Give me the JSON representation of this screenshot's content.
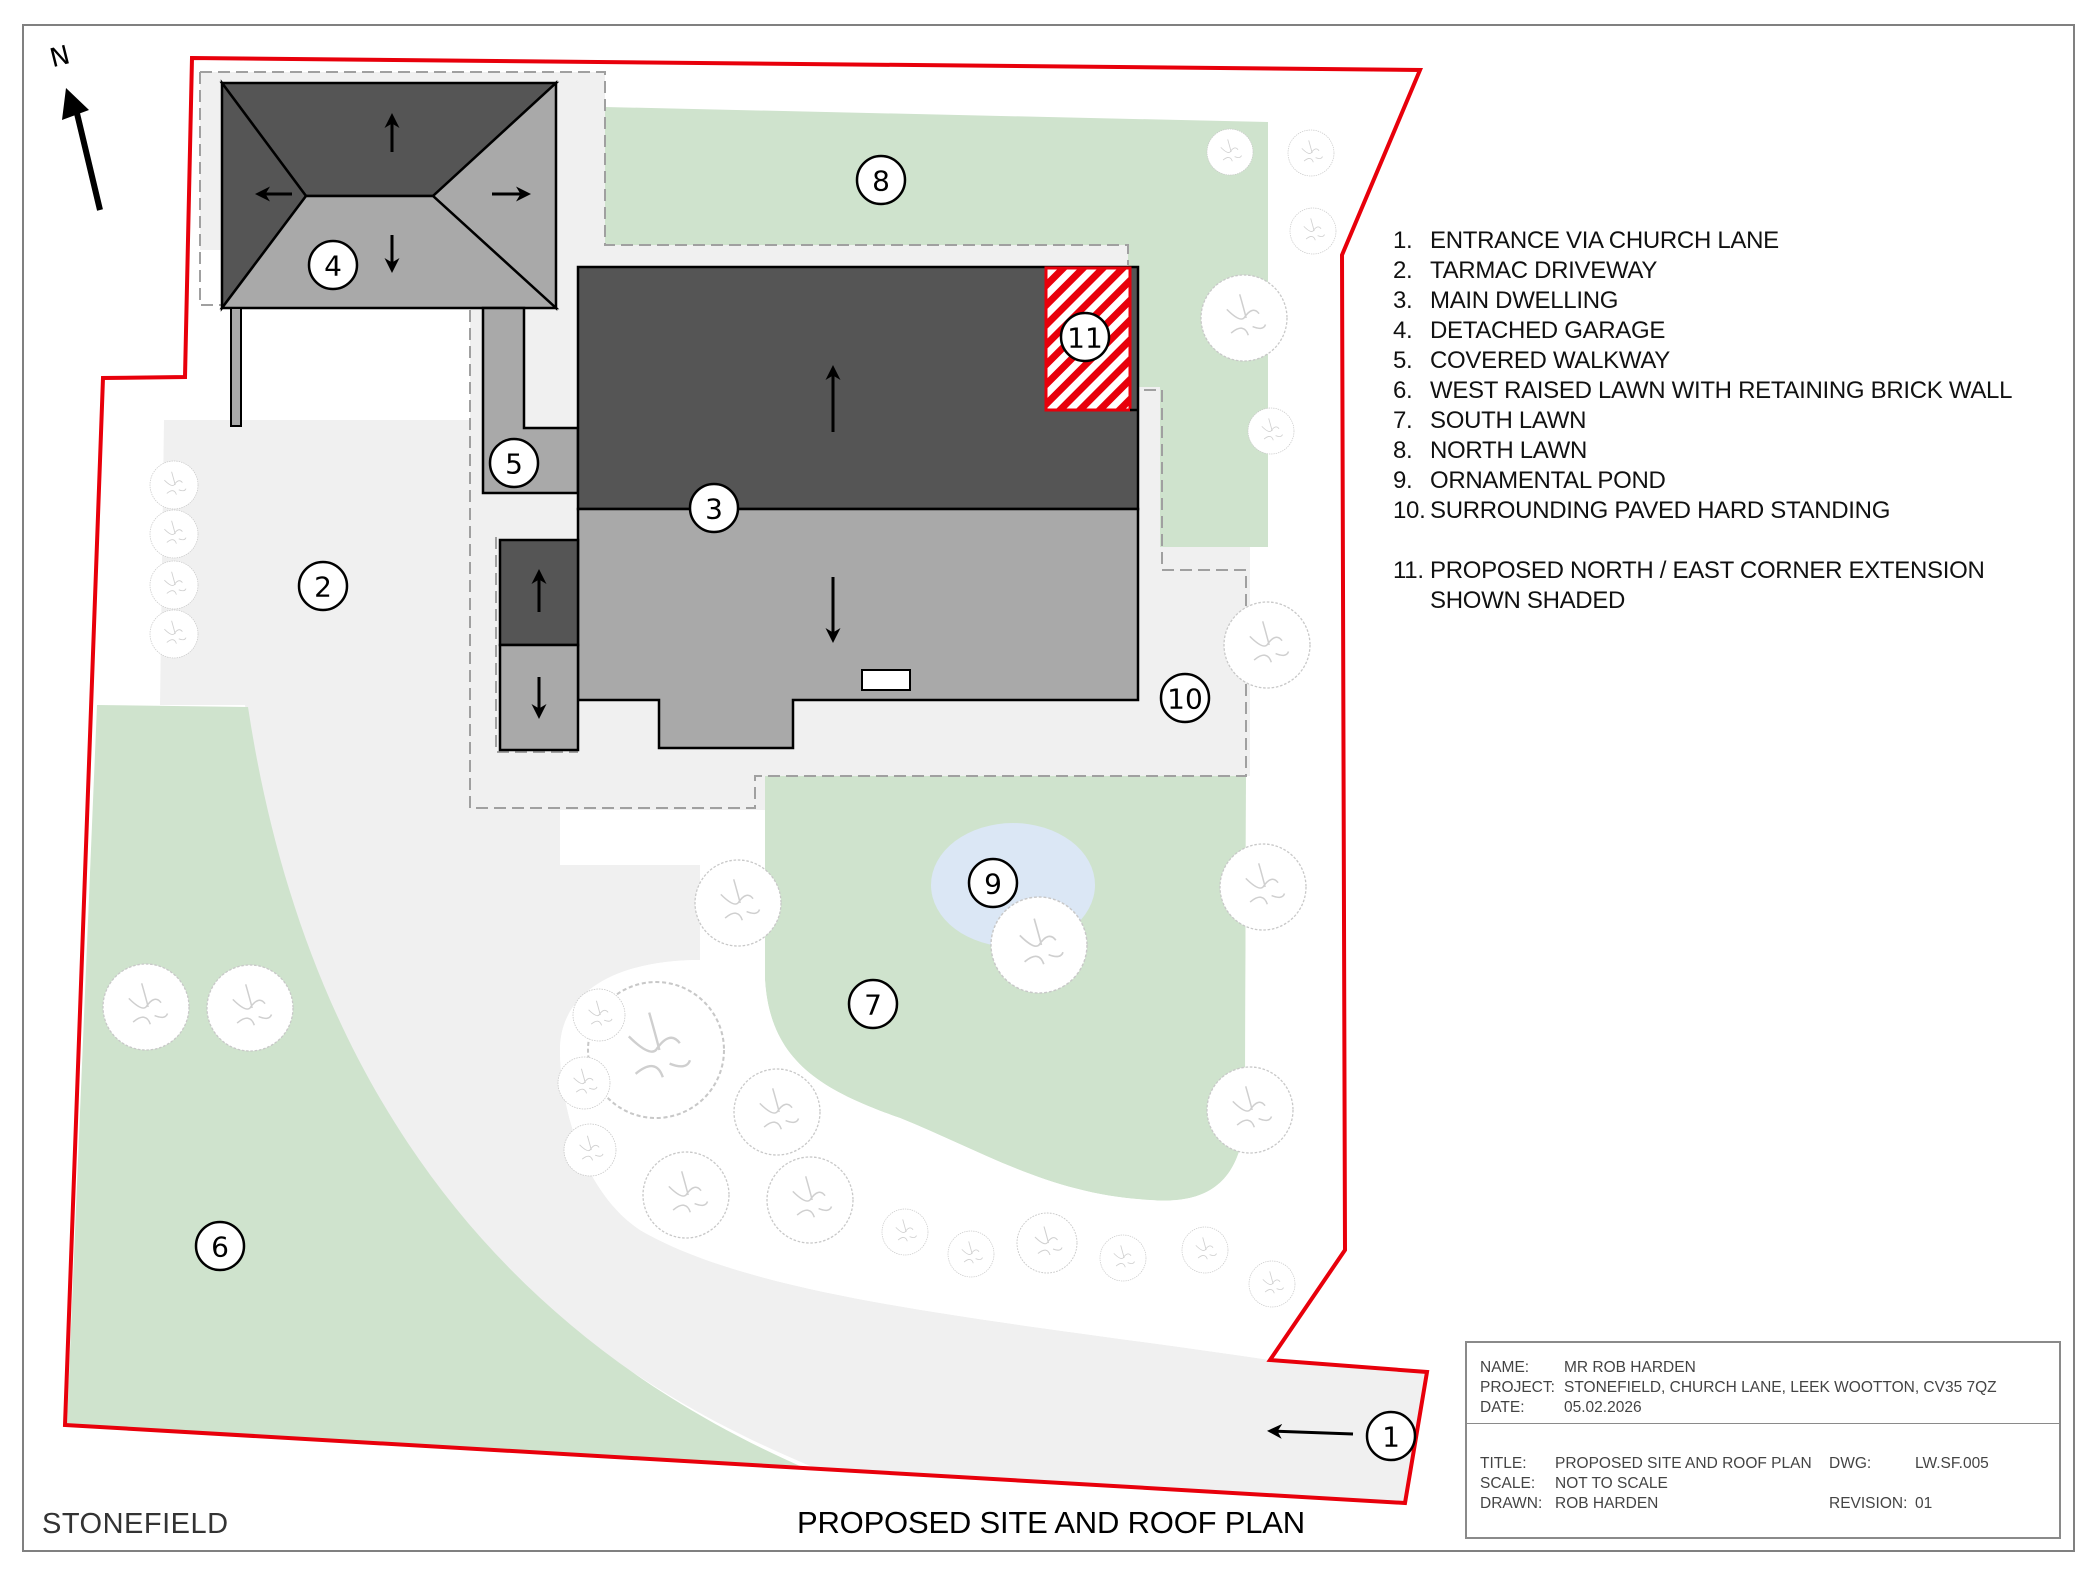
{
  "drawing": {
    "title": "PROPOSED SITE AND ROOF PLAN",
    "site_name": "STONEFIELD",
    "north_label": "N"
  },
  "colors": {
    "boundary": "#e8000b",
    "lawn": "#cfe3cd",
    "paving": "#f0f0f0",
    "roof_dark": "#555555",
    "roof_light": "#a9a9a9",
    "pond": "#dbe7f5",
    "dashed_outline": "#a0a0a0",
    "frame": "#808080"
  },
  "legend": {
    "items": [
      {
        "num": "1.",
        "label": "ENTRANCE VIA CHURCH LANE"
      },
      {
        "num": "2.",
        "label": "TARMAC DRIVEWAY"
      },
      {
        "num": "3.",
        "label": "MAIN DWELLING"
      },
      {
        "num": "4.",
        "label": "DETACHED GARAGE"
      },
      {
        "num": "5.",
        "label": "COVERED WALKWAY"
      },
      {
        "num": "6.",
        "label": "WEST RAISED LAWN WITH RETAINING BRICK WALL"
      },
      {
        "num": "7.",
        "label": "SOUTH LAWN"
      },
      {
        "num": "8.",
        "label": "NORTH LAWN"
      },
      {
        "num": "9.",
        "label": "ORNAMENTAL POND"
      },
      {
        "num": "10.",
        "label": "SURROUNDING PAVED HARD STANDING"
      }
    ],
    "extension": {
      "num": "11.",
      "line1": "PROPOSED NORTH / EAST CORNER EXTENSION",
      "line2": "SHOWN SHADED"
    }
  },
  "markers": {
    "m1": "1",
    "m2": "2",
    "m3": "3",
    "m4": "4",
    "m5": "5",
    "m6": "6",
    "m7": "7",
    "m8": "8",
    "m9": "9",
    "m10": "10",
    "m11": "11"
  },
  "title_block": {
    "name_label": "NAME:",
    "name_value": "MR ROB HARDEN",
    "project_label": "PROJECT:",
    "project_value": "STONEFIELD, CHURCH LANE, LEEK WOOTTON, CV35 7QZ",
    "date_label": "DATE:",
    "date_value": "05.02.2026",
    "title_label": "TITLE:",
    "title_value": "PROPOSED SITE AND ROOF PLAN",
    "scale_label": "SCALE:",
    "scale_value": "NOT TO SCALE",
    "drawn_label": "DRAWN:",
    "drawn_value": "ROB HARDEN",
    "dwg_label": "DWG:",
    "dwg_value": "LW.SF.005",
    "revision_label": "REVISION:",
    "revision_value": "01"
  }
}
